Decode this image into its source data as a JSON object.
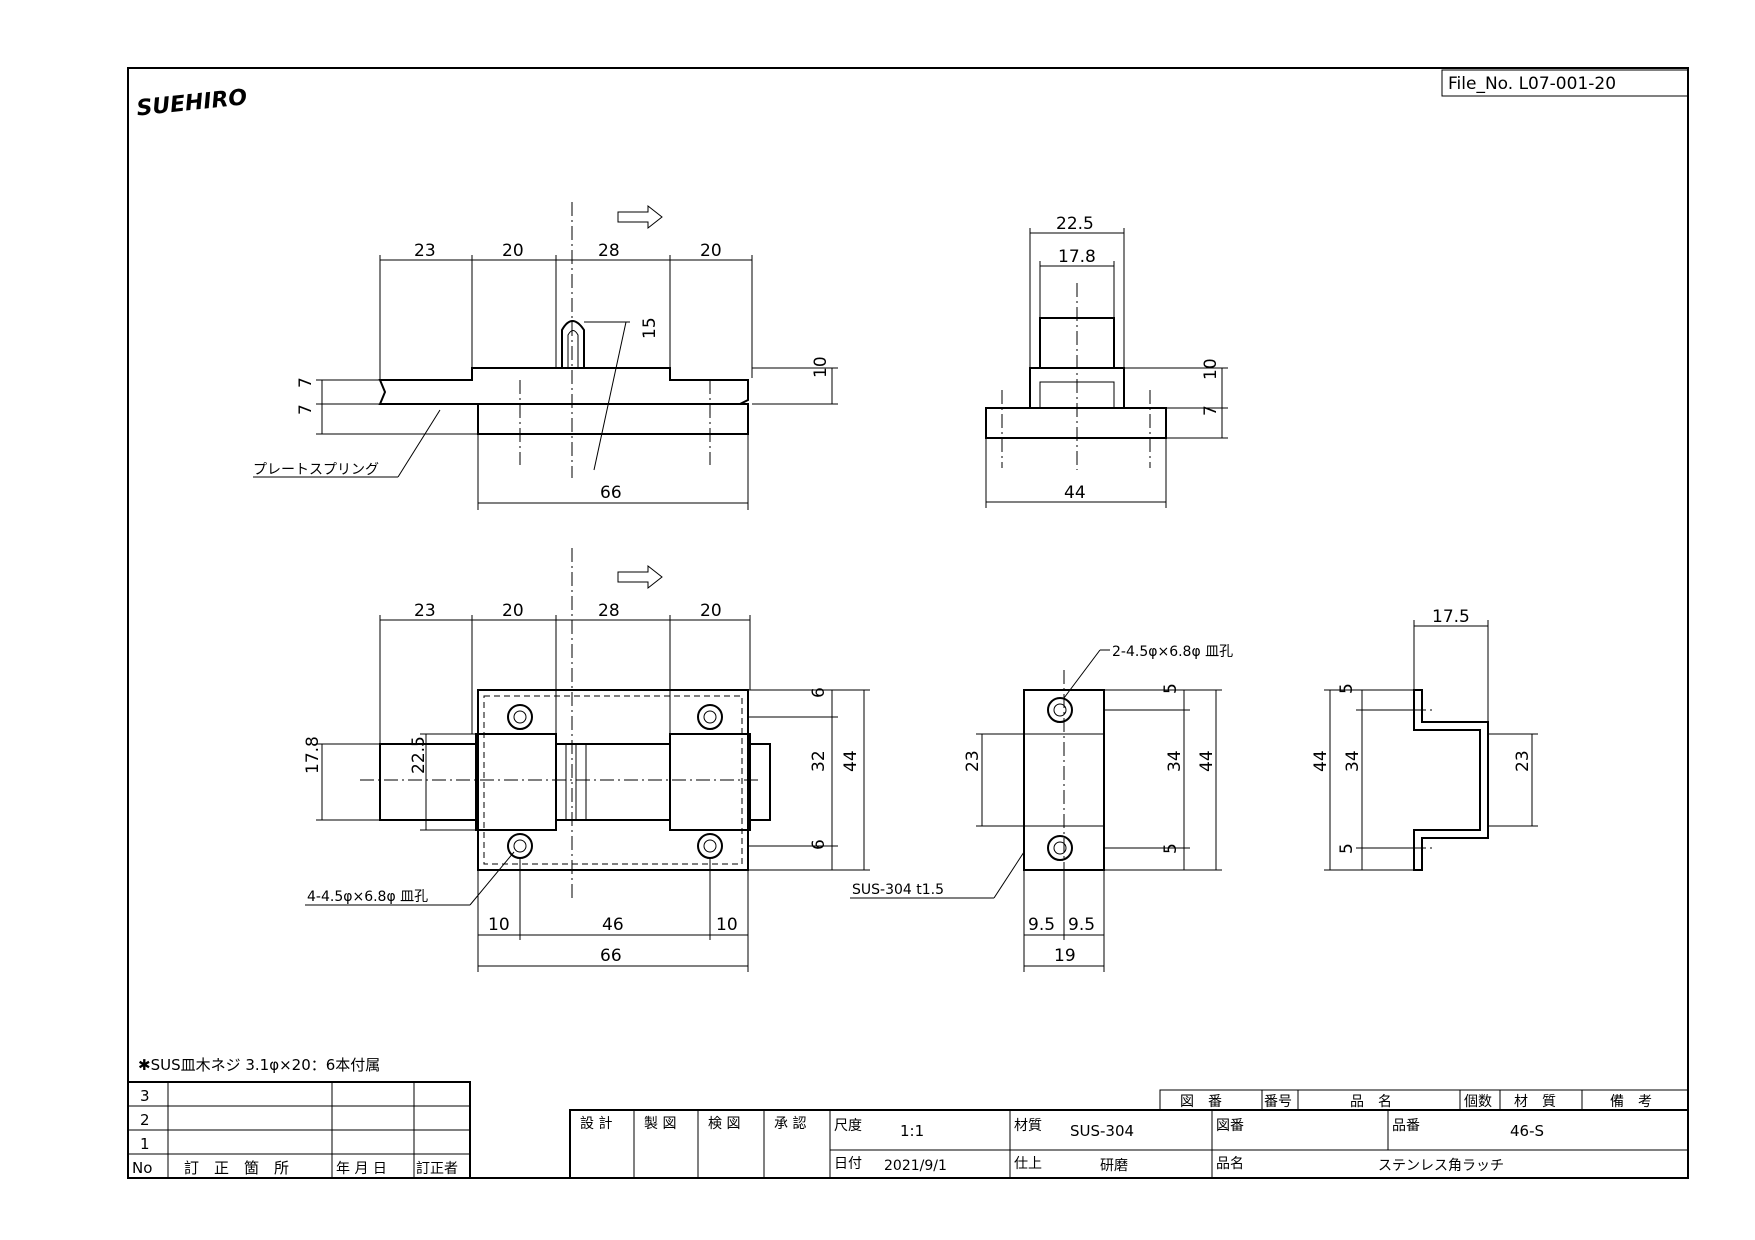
{
  "logo": {
    "text": "SUEHIRO"
  },
  "file_no": "File_No. L07-001-20",
  "top_view": {
    "dims_top": [
      "23",
      "20",
      "28",
      "20"
    ],
    "dim_height": "15",
    "dim_right": "10",
    "dims_left": [
      "7",
      "7"
    ],
    "dim_bottom": "66",
    "callout": "プレートスプリング"
  },
  "side_view": {
    "dim_outer": "22.5",
    "dim_inner": "17.8",
    "dims_right": [
      "10",
      "7"
    ],
    "dim_bottom": "44"
  },
  "front_view": {
    "dims_top": [
      "23",
      "20",
      "28",
      "20"
    ],
    "dims_right": [
      "6",
      "32",
      "6",
      "44"
    ],
    "dims_left": [
      "17.8",
      "22.5"
    ],
    "callout": "4-4.5φ×6.8φ 皿孔",
    "dims_bottom": [
      "10",
      "46",
      "10"
    ],
    "dim_total": "66"
  },
  "keeper_front": {
    "callout_hole": "2-4.5φ×6.8φ 皿孔",
    "callout_material": "SUS-304 t1.5",
    "dim_left": "23",
    "dims_right": [
      "5",
      "34",
      "5",
      "44"
    ],
    "dims_bottom": [
      "9.5",
      "9.5"
    ],
    "dim_total": "19"
  },
  "keeper_side": {
    "dim_top": "17.5",
    "dims_left": [
      "5",
      "44",
      "34",
      "5"
    ],
    "dim_right": "23"
  },
  "note": "✱SUS皿木ネジ 3.1φ×20：6本付属",
  "revision_table": {
    "rows": [
      "3",
      "2",
      "1"
    ],
    "header": [
      "No",
      "訂　正　箇　所",
      "年 月 日",
      "訂正者"
    ]
  },
  "title_block": {
    "top_headers": [
      "図　番",
      "番号",
      "品　名",
      "個数",
      "材　質",
      "備　考"
    ],
    "approvals": [
      "設 計",
      "製 図",
      "検 図",
      "承 認"
    ],
    "scale_label": "尺度",
    "scale": "1:1",
    "material_label": "材質",
    "material": "SUS-304",
    "drawing_no_label": "図番",
    "part_no_label": "品番",
    "part_no": "46-S",
    "date_label": "日付",
    "date": "2021/9/1",
    "finish_label": "仕上",
    "finish": "研磨",
    "name_label": "品名",
    "name": "ステンレス角ラッチ"
  }
}
